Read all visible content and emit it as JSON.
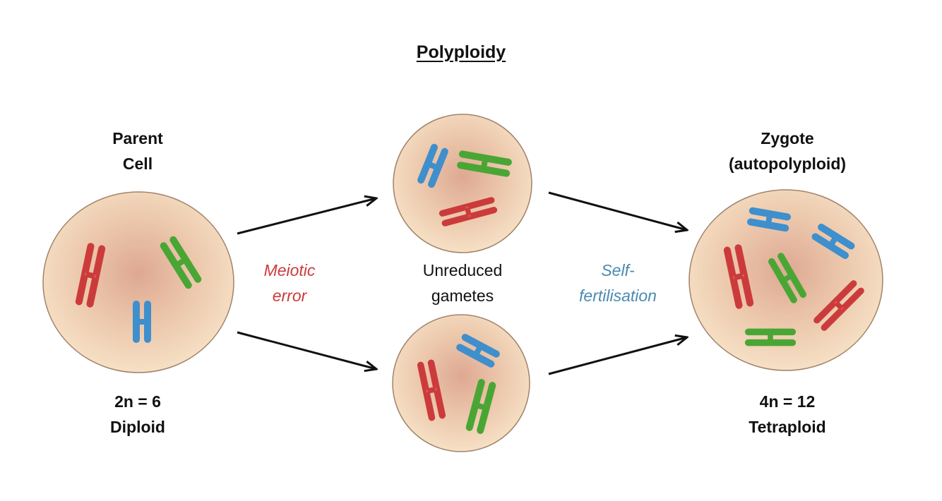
{
  "title": "Polyploidy",
  "parent": {
    "heading": [
      "Parent",
      "Cell"
    ],
    "formula": "2n = 6",
    "ploidy": "Diploid"
  },
  "step1": {
    "label": [
      "Meiotic",
      "error"
    ],
    "color": "#cc3b3b"
  },
  "gametes": {
    "label": [
      "Unreduced",
      "gametes"
    ]
  },
  "step2": {
    "label": [
      "Self-",
      "fertilisation"
    ],
    "color": "#4a8ab0"
  },
  "zygote": {
    "heading": [
      "Zygote",
      "(autopolyploid)"
    ],
    "formula": "4n = 12",
    "ploidy": "Tetraploid"
  },
  "colors": {
    "red_chromosome": "#cc3b3b",
    "green_chromosome": "#4aa634",
    "blue_chromosome": "#3f8fcc",
    "cell_fill": "#f3d9bd",
    "cell_border": "#a0836a",
    "arrow": "#111111"
  }
}
